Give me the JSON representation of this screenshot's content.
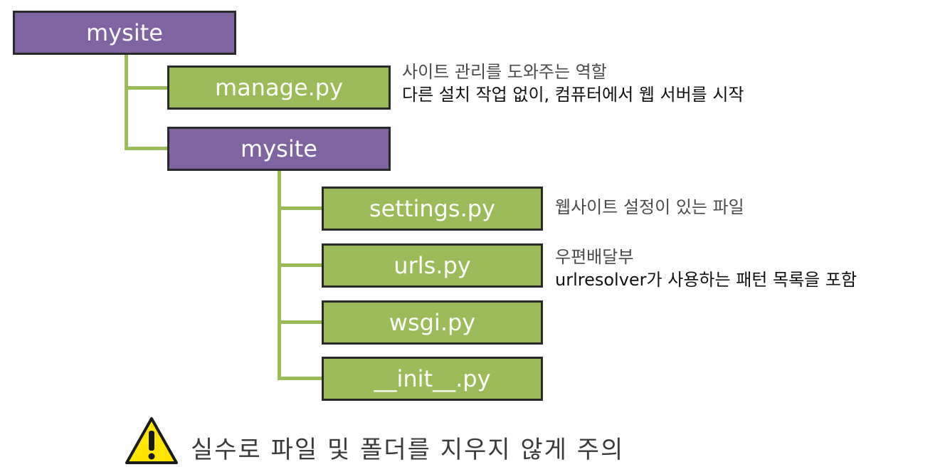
{
  "tree": {
    "root": {
      "label": "mysite",
      "kind": "folder"
    },
    "manage": {
      "label": "manage.py",
      "kind": "file"
    },
    "inner": {
      "label": "mysite",
      "kind": "folder"
    },
    "settings": {
      "label": "settings.py",
      "kind": "file"
    },
    "urls": {
      "label": "urls.py",
      "kind": "file"
    },
    "wsgi": {
      "label": "wsgi.py",
      "kind": "file"
    },
    "init": {
      "label": "__init__.py",
      "kind": "file"
    }
  },
  "notes": {
    "manage": {
      "line1": "사이트 관리를 도와주는 역할",
      "line2": "다른 설치 작업 없이, 컴퓨터에서 웹 서버를 시작"
    },
    "settings": {
      "line1": "웹사이트 설정이 있는 파일"
    },
    "urls": {
      "line1": "우편배달부",
      "line2": "urlresolver가 사용하는 패턴 목록을 포함"
    }
  },
  "warning": {
    "icon": "warning-icon",
    "text": "실수로 파일 및 폴더를 지우지 않게 주의"
  },
  "colors": {
    "folder": "#8064a2",
    "file": "#9bbb59",
    "connector": "#9bbb59",
    "border": "#2a2a2a",
    "warning_fill": "#ffe600"
  }
}
